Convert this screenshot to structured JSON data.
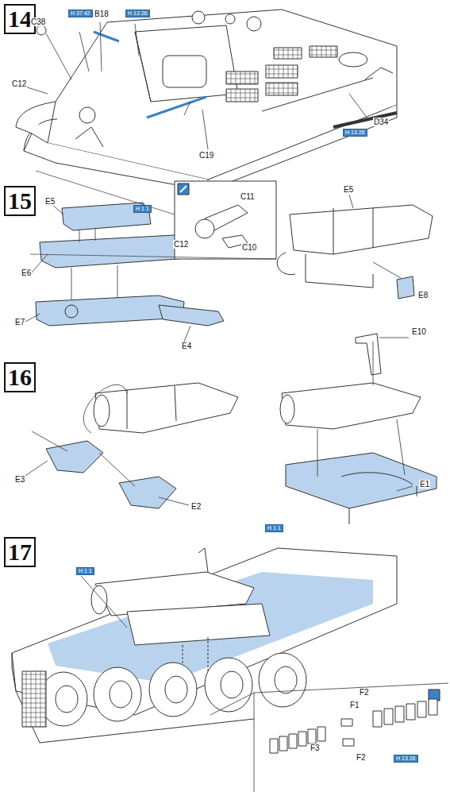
{
  "diagram": {
    "nodes": [
      {
        "text": [
          "14"
        ]
      },
      {
        "text": [
          "15"
        ]
      },
      {
        "text": [
          "16"
        ]
      },
      {
        "text": [
          "17"
        ]
      }
    ],
    "labels": [
      "H 37 42",
      "B18",
      "H 13 26",
      "C38",
      "C12",
      "C19",
      "D34",
      "H 13 26",
      "E5",
      "H 1 1",
      "E6",
      "E7",
      "E4",
      "C11",
      "C12",
      "C10",
      "E5",
      "E8",
      "E10",
      "E3",
      "E2",
      "H 1 1",
      "E1",
      "H 1 1",
      "F2",
      "F1",
      "F3",
      "F2",
      "H 13 26"
    ]
  }
}
